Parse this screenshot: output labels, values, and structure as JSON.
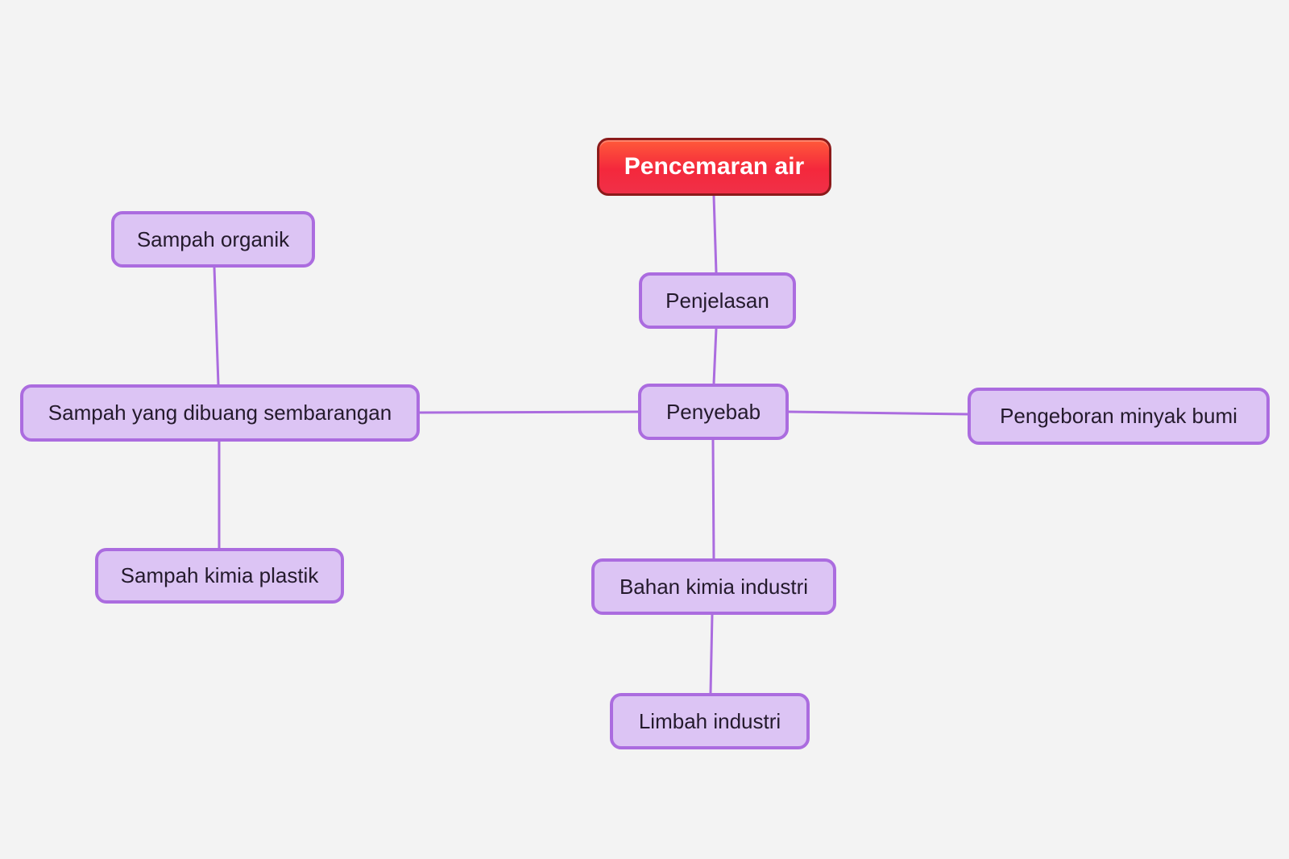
{
  "diagram": {
    "nodes": {
      "root": "Pencemaran air",
      "penjelasan": "Penjelasan",
      "penyebab": "Penyebab",
      "sampah_dibuang": "Sampah yang dibuang sembarangan",
      "sampah_organik": "Sampah organik",
      "sampah_kimia_plastik": "Sampah kimia plastik",
      "pengeboran": "Pengeboran minyak bumi",
      "bahan_kimia": "Bahan kimia industri",
      "limbah": "Limbah industri"
    },
    "edges": [
      [
        "root",
        "penjelasan"
      ],
      [
        "penjelasan",
        "penyebab"
      ],
      [
        "penyebab",
        "sampah_dibuang"
      ],
      [
        "penyebab",
        "pengeboran"
      ],
      [
        "penyebab",
        "bahan_kimia"
      ],
      [
        "bahan_kimia",
        "limbah"
      ],
      [
        "sampah_dibuang",
        "sampah_organik"
      ],
      [
        "sampah_dibuang",
        "sampah_kimia_plastik"
      ]
    ],
    "colors": {
      "background": "#f3f3f3",
      "node_fill": "#dcc4f4",
      "node_border": "#ab6cdf",
      "connector": "#ab6cdf",
      "root_fill_top": "#ff5a3a",
      "root_fill_bottom": "#f03048",
      "root_border": "#8b1a1a",
      "root_text": "#ffffff",
      "node_text": "#241a2c"
    }
  }
}
